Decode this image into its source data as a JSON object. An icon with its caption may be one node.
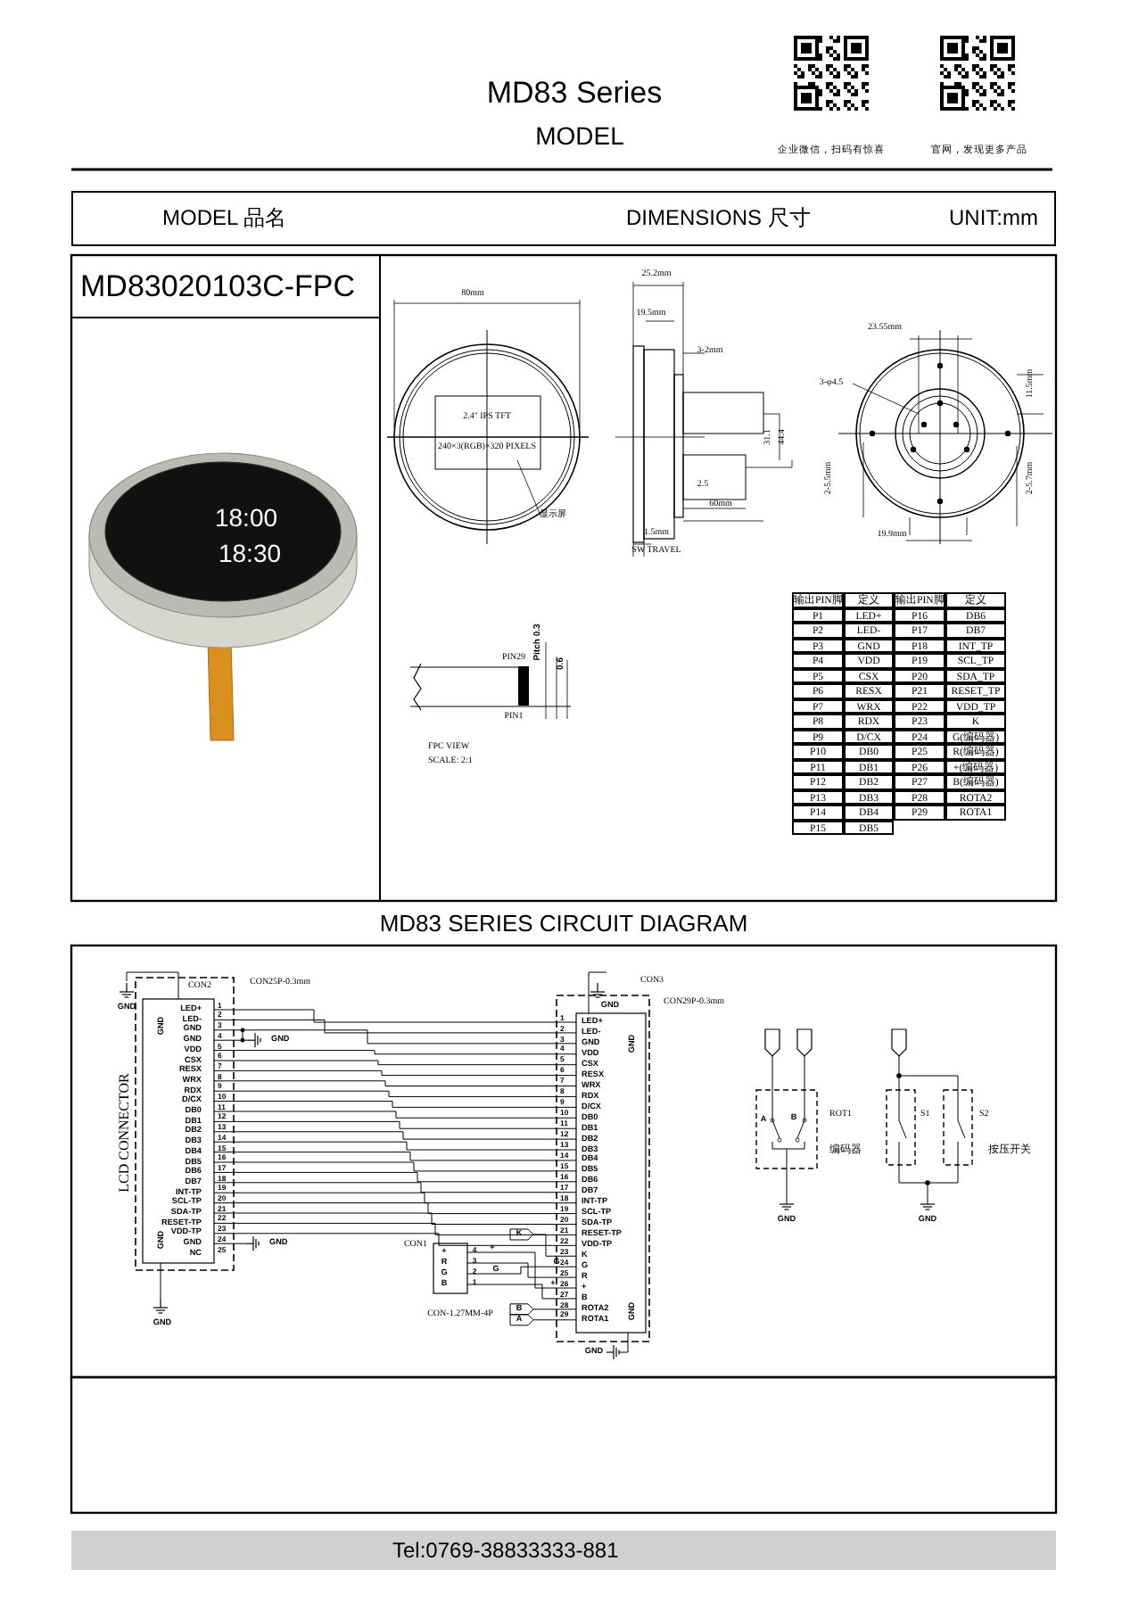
{
  "diagram": {
    "title": "MD83 Series",
    "nodes": [
      {
        "text": [
          "MODEL 品名",
          "DIMENSIONS 尺寸",
          "UNIT:mm"
        ]
      },
      {
        "text": [
          "MD83020103C-FPC"
        ]
      },
      {
        "text": [
          "MD83 SERIES CIRCUIT DIAGRAM"
        ]
      }
    ],
    "edges": [],
    "labels": [
      "MODEL",
      "企业微信，扫码有惊喜",
      "官网，发现更多产品",
      "18:00",
      "18:30",
      "80mm",
      "2.4\" IPS TFT",
      "240×3(RGB)×320 PIXELS",
      "显示屏",
      "25.2mm",
      "19.5mm",
      "3-2mm",
      "31.1",
      "44.4",
      "2.5",
      "60mm",
      "1.5mm",
      "SW TRAVEL",
      "23.55mm",
      "3-φ4.5",
      "11.5mm",
      "2-5.5mm",
      "2-5.7mm",
      "19.9mm",
      "PIN29",
      "PIN1",
      "Pitch 0.3",
      "0.6",
      "FPC VIEW",
      "SCALE: 2:1",
      "输出PIN脚",
      "定义",
      "输出PIN脚",
      "定义",
      "P1",
      "LED+",
      "P16",
      "DB6",
      "P2",
      "LED-",
      "P17",
      "DB7",
      "P3",
      "GND",
      "P18",
      "INT_TP",
      "P4",
      "VDD",
      "P19",
      "SCL_TP",
      "P5",
      "CSX",
      "P20",
      "SDA_TP",
      "P6",
      "RESX",
      "P21",
      "RESET_TP",
      "P7",
      "WRX",
      "P22",
      "VDD_TP",
      "P8",
      "RDX",
      "P23",
      "K",
      "P9",
      "D/CX",
      "P24",
      "G(编码器)",
      "P10",
      "DB0",
      "P25",
      "R(编码器)",
      "P11",
      "DB1",
      "P26",
      "+(编码器)",
      "P12",
      "DB2",
      "P27",
      "B(编码器)",
      "P13",
      "DB3",
      "P28",
      "ROTA2",
      "P14",
      "DB4",
      "P29",
      "ROTA1",
      "P15",
      "DB5",
      "CON2",
      "CON25P-0.3mm",
      "LCD CONNECTOR",
      "LED+",
      "LED-",
      "GND",
      "GND",
      "VDD",
      "CSX",
      "RESX",
      "WRX",
      "RDX",
      "D/CX",
      "DB0",
      "DB1",
      "DB2",
      "DB3",
      "DB4",
      "DB5",
      "DB6",
      "DB7",
      "INT-TP",
      "SCL-TP",
      "SDA-TP",
      "RESET-TP",
      "VDD-TP",
      "GND",
      "NC",
      "1",
      "2",
      "3",
      "4",
      "5",
      "6",
      "7",
      "8",
      "9",
      "10",
      "11",
      "12",
      "13",
      "14",
      "15",
      "16",
      "17",
      "18",
      "19",
      "20",
      "21",
      "22",
      "23",
      "24",
      "25",
      "GND",
      "GND",
      "GND",
      "GND",
      "GND",
      "GND",
      "CON3",
      "CON29P-0.3mm",
      "GND",
      "LED+",
      "LED-",
      "GND",
      "VDD",
      "CSX",
      "RESX",
      "WRX",
      "RDX",
      "D/CX",
      "DB0",
      "DB1",
      "DB2",
      "DB3",
      "DB4",
      "DB5",
      "DB6",
      "DB7",
      "INT-TP",
      "SCL-TP",
      "SDA-TP",
      "RESET-TP",
      "VDD-TP",
      "K",
      "G",
      "R",
      "+",
      "B",
      "ROTA2",
      "ROTA1",
      "1",
      "2",
      "3",
      "4",
      "5",
      "6",
      "7",
      "8",
      "9",
      "10",
      "11",
      "12",
      "13",
      "14",
      "15",
      "16",
      "17",
      "18",
      "19",
      "20",
      "21",
      "22",
      "23",
      "24",
      "25",
      "26",
      "27",
      "28",
      "29",
      "GND",
      "GND",
      "GND",
      "CON1",
      "+",
      "R",
      "G",
      "B",
      "4",
      "3",
      "2",
      "1",
      "CON-1.27MM-4P",
      "+",
      "G",
      "K",
      "G",
      "+",
      "B",
      "A",
      "ROT1",
      "A",
      "B",
      "编码器",
      "S1",
      "S2",
      "按压开关",
      "GND",
      "GND",
      "Tel:0769-38833333-881"
    ]
  }
}
